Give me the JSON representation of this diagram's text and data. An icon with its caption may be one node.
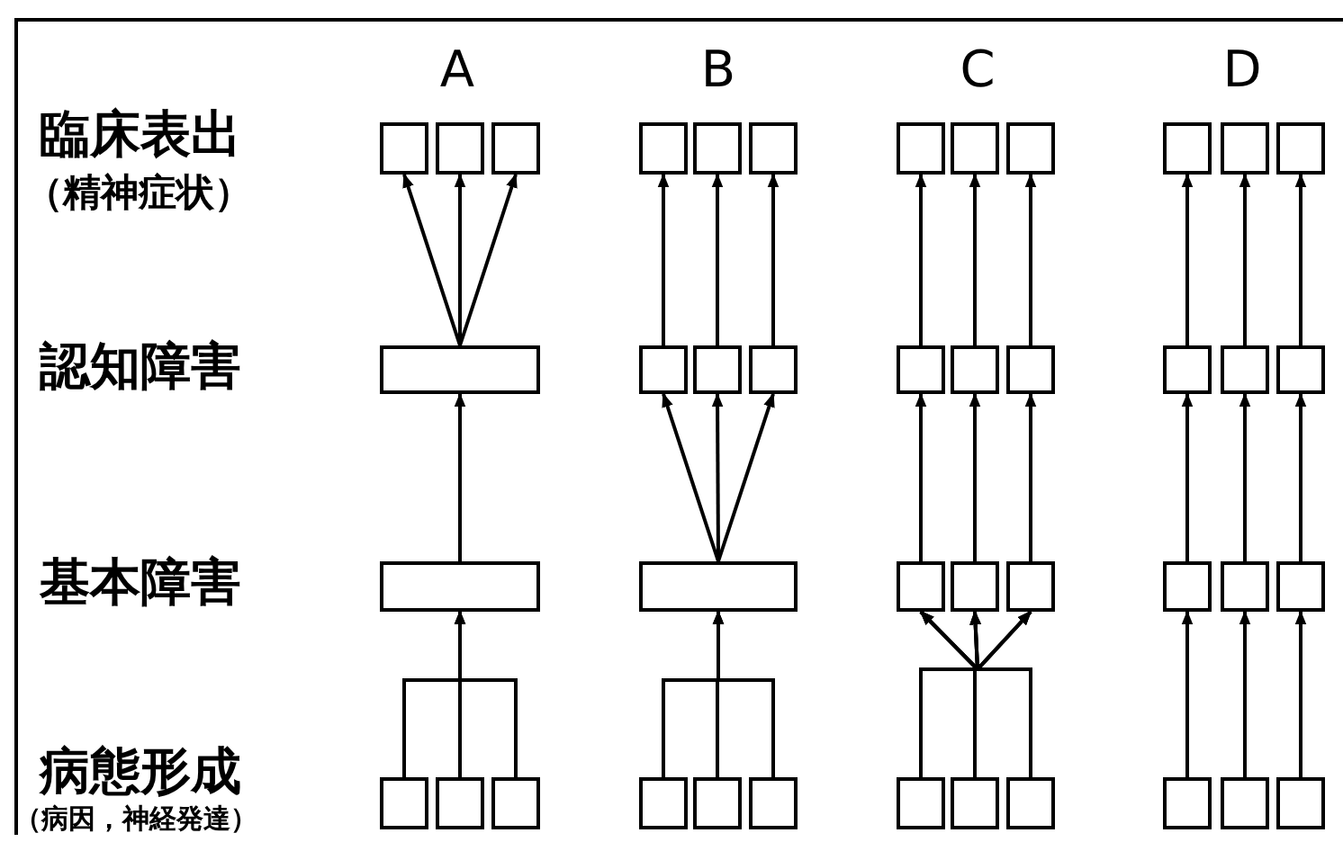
{
  "diagram": {
    "nodes": [
      {
        "text": [],
        "shape": "box"
      },
      {
        "text": [],
        "shape": "box"
      },
      {
        "text": [],
        "shape": "box"
      },
      {
        "text": [],
        "shape": "box"
      },
      {
        "text": [],
        "shape": "box"
      },
      {
        "text": [],
        "shape": "box"
      },
      {
        "text": [],
        "shape": "box"
      },
      {
        "text": [],
        "shape": "box"
      },
      {
        "text": [],
        "shape": "box"
      },
      {
        "text": [],
        "shape": "box"
      },
      {
        "text": [],
        "shape": "box"
      },
      {
        "text": [],
        "shape": "box"
      },
      {
        "text": [],
        "shape": "box"
      },
      {
        "text": [],
        "shape": "box"
      },
      {
        "text": [],
        "shape": "box"
      },
      {
        "text": [],
        "shape": "box"
      },
      {
        "text": [],
        "shape": "box"
      },
      {
        "text": [],
        "shape": "box"
      },
      {
        "text": [],
        "shape": "box"
      },
      {
        "text": [],
        "shape": "box"
      },
      {
        "text": [],
        "shape": "box"
      },
      {
        "text": [],
        "shape": "box"
      },
      {
        "text": [],
        "shape": "box"
      },
      {
        "text": [],
        "shape": "box"
      },
      {
        "text": [],
        "shape": "box"
      },
      {
        "text": [],
        "shape": "box"
      },
      {
        "text": [],
        "shape": "box"
      },
      {
        "text": [],
        "shape": "box"
      },
      {
        "text": [],
        "shape": "box"
      },
      {
        "text": [],
        "shape": "box"
      },
      {
        "text": [],
        "shape": "box"
      },
      {
        "text": [],
        "shape": "box"
      },
      {
        "text": [],
        "shape": "box"
      },
      {
        "text": [],
        "shape": "box"
      },
      {
        "text": [],
        "shape": "box"
      },
      {
        "text": [],
        "shape": "box"
      },
      {
        "text": [],
        "shape": "box"
      },
      {
        "text": [],
        "shape": "box"
      },
      {
        "text": [],
        "shape": "box"
      },
      {
        "text": [],
        "shape": "box"
      },
      {
        "text": [],
        "shape": "box"
      },
      {
        "text": [],
        "shape": "box"
      }
    ],
    "edges": [
      {
        "from": 3,
        "to": 0,
        "arrow": "to"
      },
      {
        "from": 3,
        "to": 1,
        "arrow": "to"
      },
      {
        "from": 3,
        "to": 2,
        "arrow": "to"
      },
      {
        "from": 4,
        "to": 3,
        "arrow": "to"
      },
      {
        "from": 5,
        "to": 4,
        "arrow": "to"
      },
      {
        "from": 6,
        "to": 4,
        "arrow": "to"
      },
      {
        "from": 7,
        "to": 4,
        "arrow": "to"
      },
      {
        "from": 11,
        "to": 8,
        "arrow": "to"
      },
      {
        "from": 12,
        "to": 9,
        "arrow": "to"
      },
      {
        "from": 13,
        "to": 10,
        "arrow": "to"
      },
      {
        "from": 14,
        "to": 11,
        "arrow": "to"
      },
      {
        "from": 14,
        "to": 12,
        "arrow": "to"
      },
      {
        "from": 14,
        "to": 13,
        "arrow": "to"
      },
      {
        "from": 15,
        "to": 14,
        "arrow": "to"
      },
      {
        "from": 16,
        "to": 14,
        "arrow": "to"
      },
      {
        "from": 17,
        "to": 14,
        "arrow": "to"
      },
      {
        "from": 21,
        "to": 18,
        "arrow": "to"
      },
      {
        "from": 22,
        "to": 19,
        "arrow": "to"
      },
      {
        "from": 23,
        "to": 20,
        "arrow": "to"
      },
      {
        "from": 24,
        "to": 21,
        "arrow": "to"
      },
      {
        "from": 25,
        "to": 22,
        "arrow": "to"
      },
      {
        "from": 26,
        "to": 23,
        "arrow": "to"
      },
      {
        "from": 27,
        "to": 24,
        "arrow": "to"
      },
      {
        "from": 27,
        "to": 25,
        "arrow": "to"
      },
      {
        "from": 27,
        "to": 26,
        "arrow": "to"
      },
      {
        "from": 28,
        "to": 24,
        "arrow": "to"
      },
      {
        "from": 28,
        "to": 25,
        "arrow": "to"
      },
      {
        "from": 28,
        "to": 26,
        "arrow": "to"
      },
      {
        "from": 29,
        "to": 24,
        "arrow": "to"
      },
      {
        "from": 29,
        "to": 25,
        "arrow": "to"
      },
      {
        "from": 29,
        "to": 26,
        "arrow": "to"
      },
      {
        "from": 33,
        "to": 30,
        "arrow": "to"
      },
      {
        "from": 34,
        "to": 31,
        "arrow": "to"
      },
      {
        "from": 35,
        "to": 32,
        "arrow": "to"
      },
      {
        "from": 36,
        "to": 33,
        "arrow": "to"
      },
      {
        "from": 37,
        "to": 34,
        "arrow": "to"
      },
      {
        "from": 38,
        "to": 35,
        "arrow": "to"
      },
      {
        "from": 39,
        "to": 36,
        "arrow": "to"
      },
      {
        "from": 40,
        "to": 37,
        "arrow": "to"
      },
      {
        "from": 41,
        "to": 38,
        "arrow": "to"
      }
    ],
    "labels": [
      "A",
      "B",
      "C",
      "D",
      "臨床表出",
      "（精神症状）",
      "認知障害",
      "基本障害",
      "病態形成",
      "（病因，神経発達）"
    ]
  }
}
